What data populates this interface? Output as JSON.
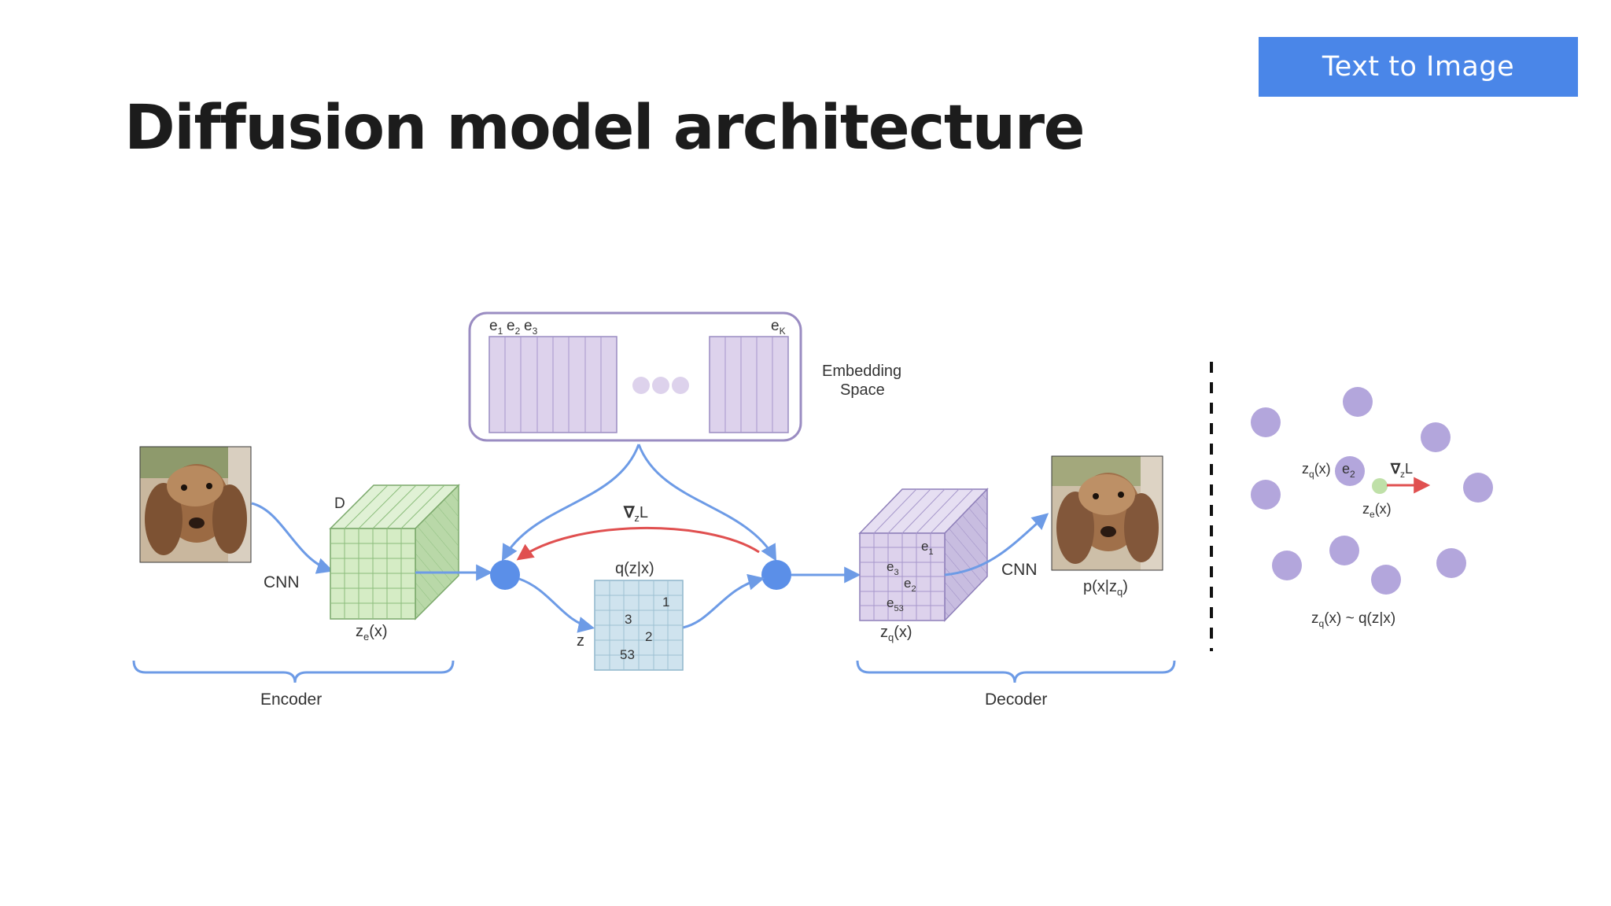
{
  "tag": {
    "label": "Text to Image"
  },
  "title": "Diffusion model architecture",
  "diagram": {
    "embedding": {
      "e1": "e",
      "e1_sub": "1",
      "e2": "e",
      "e2_sub": "2",
      "e3": "e",
      "e3_sub": "3",
      "eK": "e",
      "eK_sub": "K",
      "caption_line1": "Embedding",
      "caption_line2": "Space"
    },
    "encoder": {
      "cnn": "CNN",
      "depth": "D",
      "ze": "z",
      "ze_sub": "e",
      "ze_tail": "(x)",
      "label": "Encoder"
    },
    "middle": {
      "grad": "∇",
      "grad_sub": "z",
      "grad_tail": "L",
      "qzx": "q(z|x)",
      "z": "z",
      "cells": [
        "1",
        "3",
        "2",
        "53"
      ]
    },
    "decoder": {
      "e1": "e",
      "e1_sub": "1",
      "e3": "e",
      "e3_sub": "3",
      "e2": "e",
      "e2_sub": "2",
      "e53": "e",
      "e53_sub": "53",
      "zq": "z",
      "zq_sub": "q",
      "zq_tail": "(x)",
      "cnn": "CNN",
      "pxz": "p(x|z",
      "pxz_sub": "q",
      "pxz_tail": ")",
      "label": "Decoder"
    },
    "scatter": {
      "zq": "z",
      "zq_sub": "q",
      "zq_tail": "(x)",
      "e2": "e",
      "e2_sub": "2",
      "grad": "∇",
      "grad_sub": "z",
      "grad_tail": "L",
      "ze": "z",
      "ze_sub": "e",
      "ze_tail": "(x)",
      "bottom": "z",
      "bottom_sub": "q",
      "bottom_tail": "(x) ~ q(z|x)"
    }
  },
  "colors": {
    "accent": "#4a86e8",
    "encoder_green": "#d5ecc5",
    "codebook_purple": "#ddd2ec",
    "grid_blue": "#cfe3ee",
    "node_blue": "#5b8fe8",
    "gradient_red": "#e05050",
    "dot_purple": "#b3a6dc"
  },
  "icons": [
    "dog-photo-input",
    "dog-photo-output"
  ]
}
